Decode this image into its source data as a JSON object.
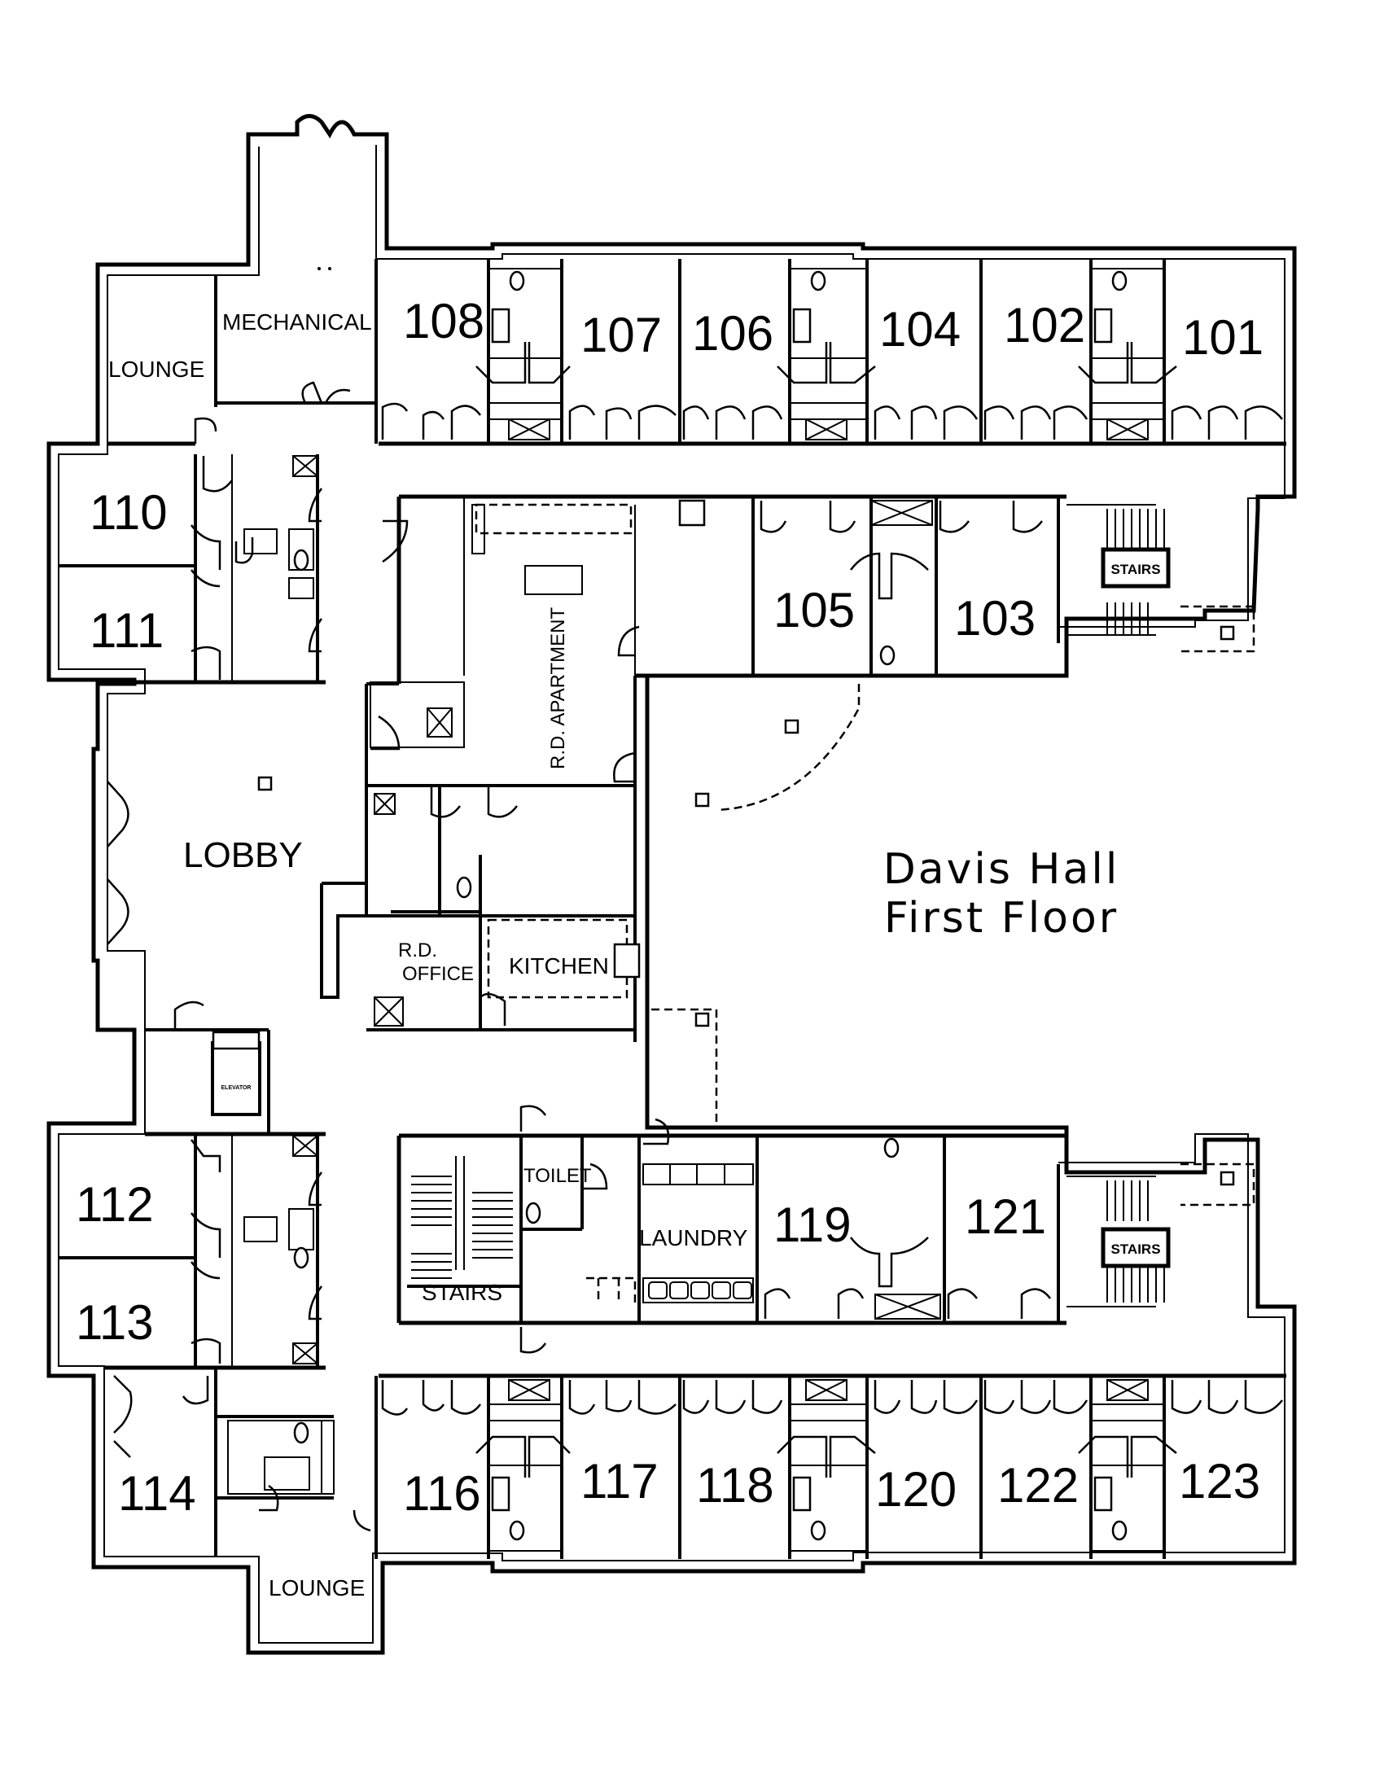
{
  "title": {
    "line1": "Davis Hall",
    "line2": "First Floor"
  },
  "rooms": {
    "r101": "101",
    "r102": "102",
    "r103": "103",
    "r104": "104",
    "r105": "105",
    "r106": "106",
    "r107": "107",
    "r108": "108",
    "r110": "110",
    "r111": "111",
    "r112": "112",
    "r113": "113",
    "r114": "114",
    "r116": "116",
    "r117": "117",
    "r118": "118",
    "r119": "119",
    "r120": "120",
    "r121": "121",
    "r122": "122",
    "r123": "123"
  },
  "spaces": {
    "lounge_top": "LOUNGE",
    "lounge_bottom": "LOUNGE",
    "mechanical": "MECHANICAL",
    "lobby": "LOBBY",
    "rd_apartment": "R.D. APARTMENT",
    "rd_office_line1": "R.D.",
    "rd_office_line2": "OFFICE",
    "kitchen": "KITCHEN",
    "toilet": "TOILET",
    "laundry": "LAUNDRY",
    "stairs_main": "STAIRS",
    "stairs_ne": "STAIRS",
    "stairs_se": "STAIRS",
    "elevator": "ELEVATOR"
  }
}
